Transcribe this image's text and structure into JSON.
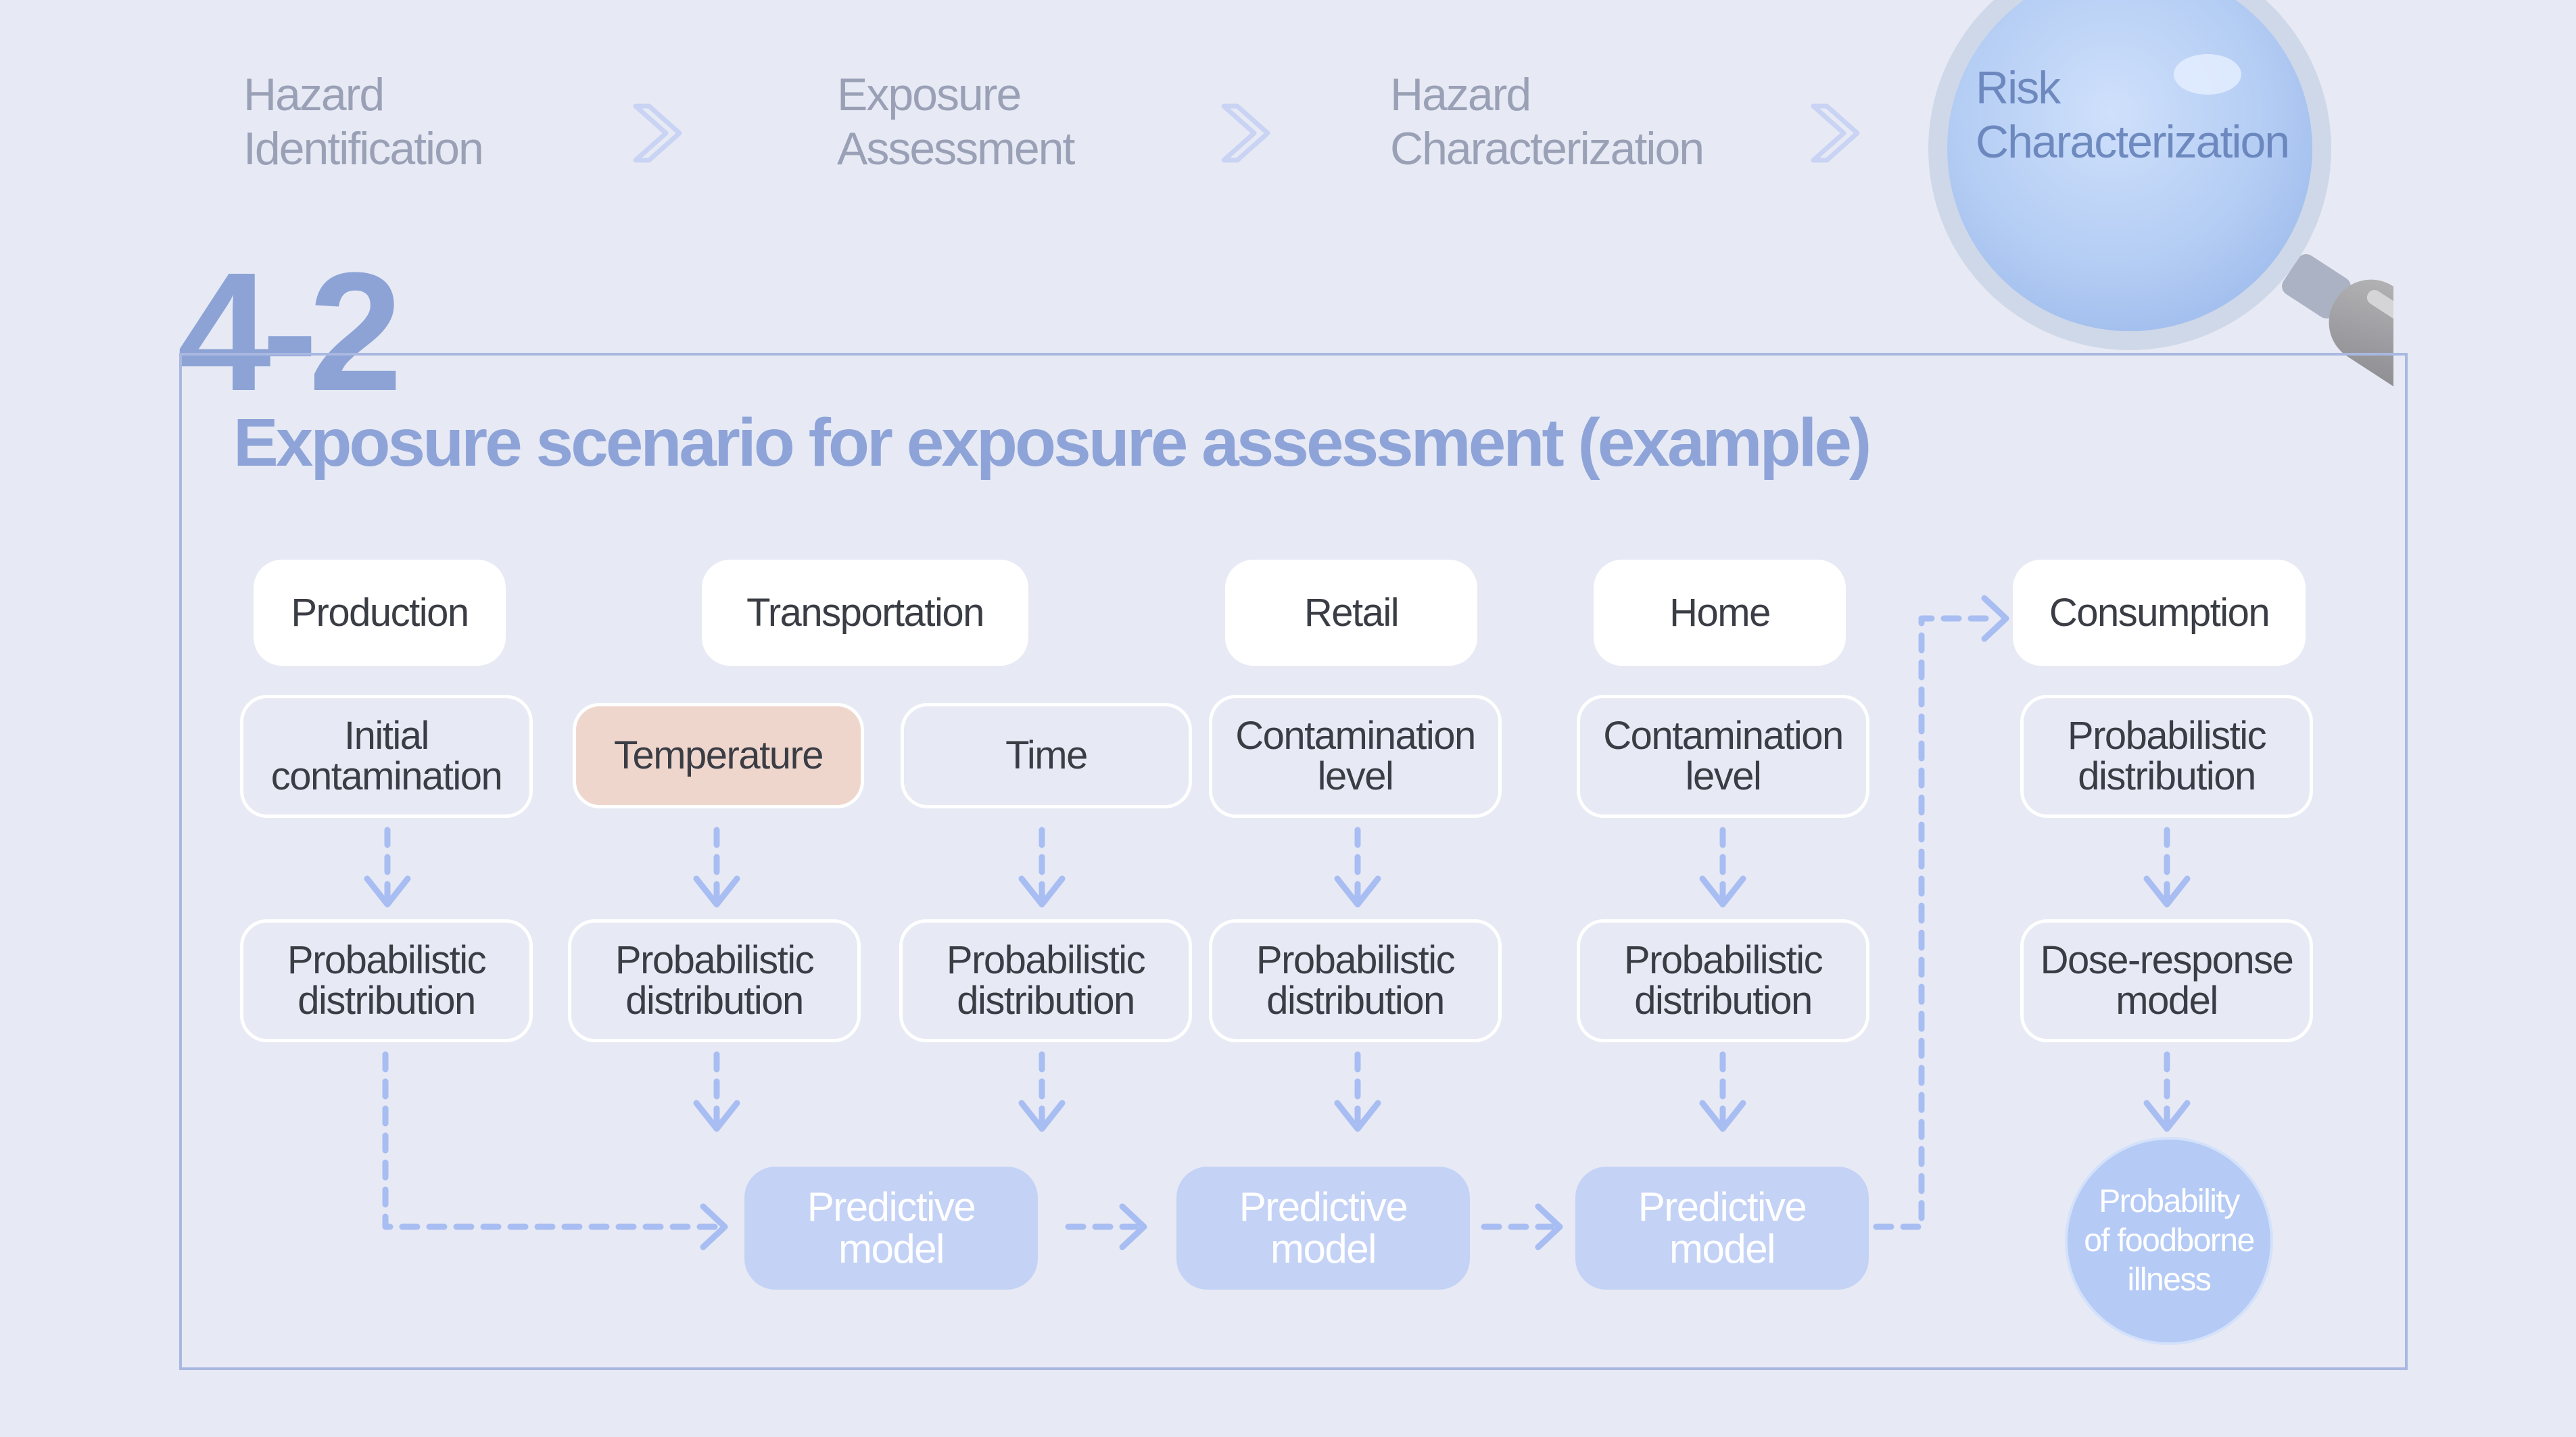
{
  "nav": {
    "steps": [
      {
        "label": "Hazard\nIdentification"
      },
      {
        "label": "Exposure\nAssessment"
      },
      {
        "label": "Hazard\nCharacterization"
      },
      {
        "label": "Risk\nCharacterization"
      }
    ],
    "active_index": 3
  },
  "section": {
    "number": "4-2",
    "title": "Exposure scenario for exposure assessment (example)"
  },
  "diagram": {
    "stages": {
      "production": "Production",
      "transportation": "Transportation",
      "retail": "Retail",
      "home": "Home",
      "consumption": "Consumption"
    },
    "factors": {
      "initial_contamination": "Initial\ncontamination",
      "temperature": "Temperature",
      "time": "Time",
      "retail_contamination": "Contamination\nlevel",
      "home_contamination": "Contamination\nlevel",
      "consumption_distribution": "Probabilistic\ndistribution"
    },
    "distributions": {
      "production": "Probabilistic\ndistribution",
      "temperature": "Probabilistic\ndistribution",
      "time": "Probabilistic\ndistribution",
      "retail": "Probabilistic\ndistribution",
      "home": "Probabilistic\ndistribution",
      "dose_response": "Dose-response\nmodel"
    },
    "predictive_models": [
      "Predictive\nmodel",
      "Predictive\nmodel",
      "Predictive\nmodel"
    ],
    "outcome": "Probability\nof foodborne\nillness"
  },
  "colors": {
    "background": "#e7eaf4",
    "accent": "#8ea4d8",
    "arrow": "#a8bdf2",
    "predictive_fill": "#c4d2f6",
    "highlight_fill": "#efd6cd",
    "outcome_fill": "#b5cbf5"
  },
  "icons": {
    "nav_separator": "chevron-right-icon",
    "active_step": "magnifying-glass-icon",
    "flow": "dashed-arrow-icon"
  }
}
